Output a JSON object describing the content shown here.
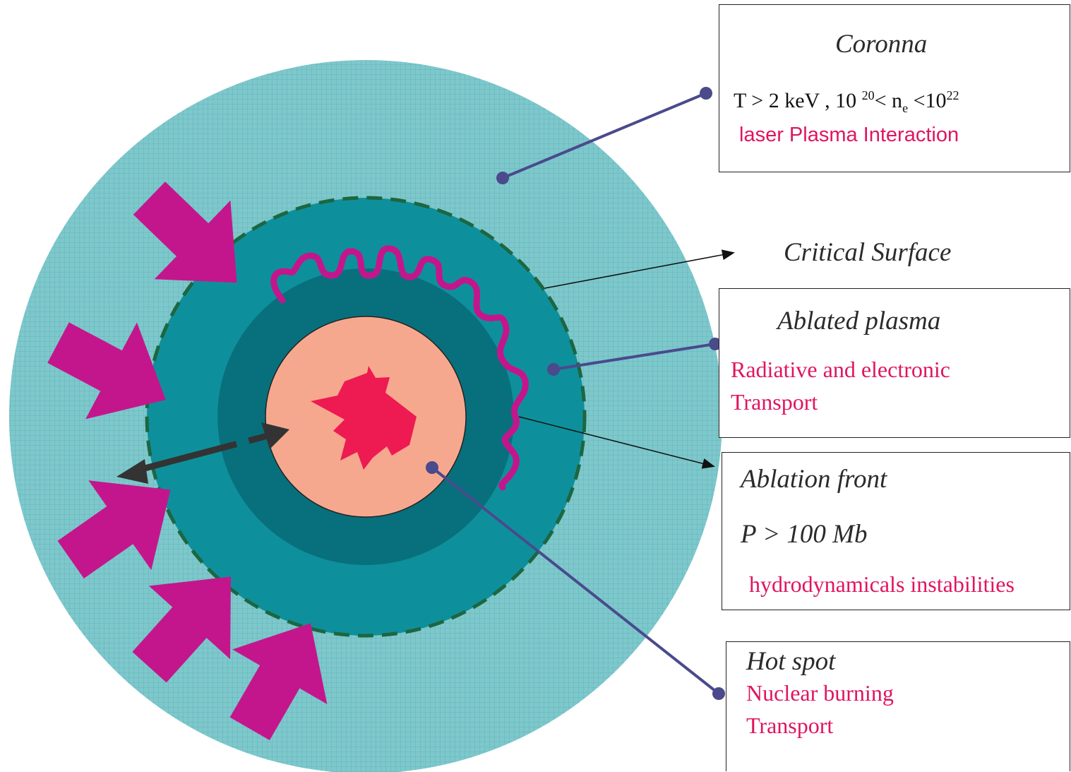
{
  "corona": {
    "title": "Coronna",
    "formula": {
      "prefix": "T > 2 keV , 10 ",
      "exp1": "20",
      "mid": "< n",
      "sub": "e",
      "mid2": " <10",
      "exp2": "22"
    },
    "description": "laser Plasma Interaction"
  },
  "critical_surface": {
    "title": "Critical Surface"
  },
  "ablated_plasma": {
    "title": "Ablated plasma",
    "lines": [
      "Radiative and electronic",
      "Transport"
    ]
  },
  "ablation_front": {
    "title": "Ablation front",
    "pressure": "P > 100 Mb",
    "description": "hydrodynamicals instabilities"
  },
  "hot_spot": {
    "title": "Hot spot",
    "lines": [
      "Nuclear burning",
      "Transport"
    ]
  },
  "colors": {
    "corona": "#7ec8cc",
    "ablated_plasma": "#0e909c",
    "ablation_layer": "#08707c",
    "fuel": "#f6a88e",
    "hot_spot": "#ee1a52",
    "laser": "#c4168c",
    "leader": "#4a4a8c",
    "critical_surface_dash": "#1d6640",
    "radius_arrow": "#333333"
  },
  "icons": {
    "laser_beams": "laser-arrow-icon",
    "instability": "wavy-line-icon",
    "radius": "double-arrow-icon"
  }
}
